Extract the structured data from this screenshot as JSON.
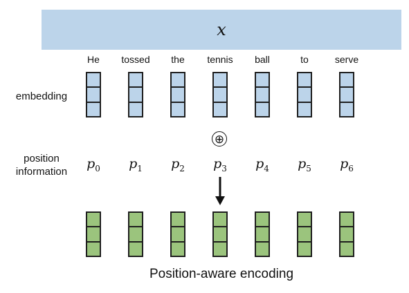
{
  "input": {
    "symbol": "x"
  },
  "words": [
    "He",
    "tossed",
    "the",
    "tennis",
    "ball",
    "to",
    "serve"
  ],
  "labels": {
    "embedding": "embedding",
    "position_line1": "position",
    "position_line2": "information",
    "operator": "⊕",
    "caption": "Position-aware encoding"
  },
  "positions": [
    {
      "base": "p",
      "sub": "0"
    },
    {
      "base": "p",
      "sub": "1"
    },
    {
      "base": "p",
      "sub": "2"
    },
    {
      "base": "p",
      "sub": "3"
    },
    {
      "base": "p",
      "sub": "4"
    },
    {
      "base": "p",
      "sub": "5"
    },
    {
      "base": "p",
      "sub": "6"
    }
  ],
  "colors": {
    "input_bar": "#bcd4ea",
    "embedding_cell": "#bcd4ea",
    "encoding_cell": "#9bc47d",
    "border": "#1e1e1e"
  }
}
